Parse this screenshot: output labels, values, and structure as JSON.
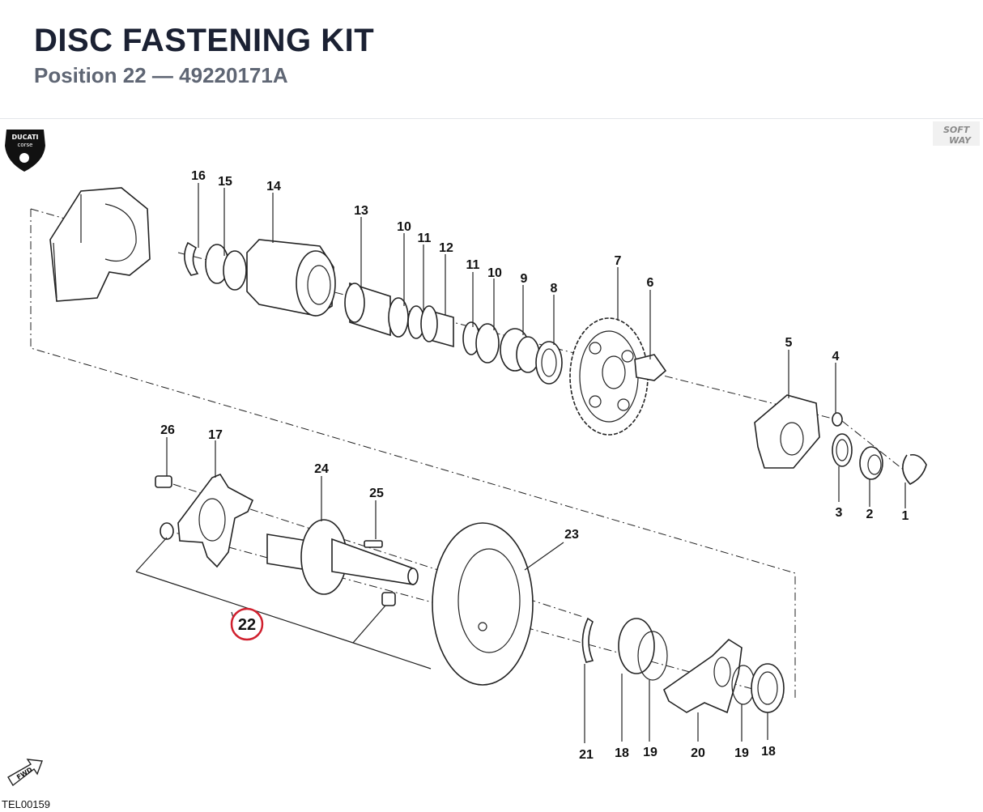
{
  "header": {
    "title": "DISC FASTENING KIT",
    "subtitle": "Position 22 — 49220171A"
  },
  "logos": {
    "ducati": {
      "line1": "DUCATI",
      "line2": "corse"
    },
    "softway": {
      "line1": "SOFT",
      "line2": "WAY"
    }
  },
  "diagram": {
    "highlighted_position": "22",
    "highlight_color": "#d0202e",
    "reference_code": "TEL00159",
    "fwd_arrow_label": "FWD",
    "callouts": [
      {
        "id": "16",
        "label": "16"
      },
      {
        "id": "15",
        "label": "15"
      },
      {
        "id": "14",
        "label": "14"
      },
      {
        "id": "13",
        "label": "13"
      },
      {
        "id": "10a",
        "label": "10"
      },
      {
        "id": "11a",
        "label": "11"
      },
      {
        "id": "12",
        "label": "12"
      },
      {
        "id": "11b",
        "label": "11"
      },
      {
        "id": "10b",
        "label": "10"
      },
      {
        "id": "9",
        "label": "9"
      },
      {
        "id": "8",
        "label": "8"
      },
      {
        "id": "7",
        "label": "7"
      },
      {
        "id": "6",
        "label": "6"
      },
      {
        "id": "5",
        "label": "5"
      },
      {
        "id": "4",
        "label": "4"
      },
      {
        "id": "3",
        "label": "3"
      },
      {
        "id": "2",
        "label": "2"
      },
      {
        "id": "1",
        "label": "1"
      },
      {
        "id": "26",
        "label": "26"
      },
      {
        "id": "17",
        "label": "17"
      },
      {
        "id": "24",
        "label": "24"
      },
      {
        "id": "25",
        "label": "25"
      },
      {
        "id": "23",
        "label": "23"
      },
      {
        "id": "21",
        "label": "21"
      },
      {
        "id": "18a",
        "label": "18"
      },
      {
        "id": "19a",
        "label": "19"
      },
      {
        "id": "20",
        "label": "20"
      },
      {
        "id": "19b",
        "label": "19"
      },
      {
        "id": "18b",
        "label": "18"
      }
    ]
  }
}
